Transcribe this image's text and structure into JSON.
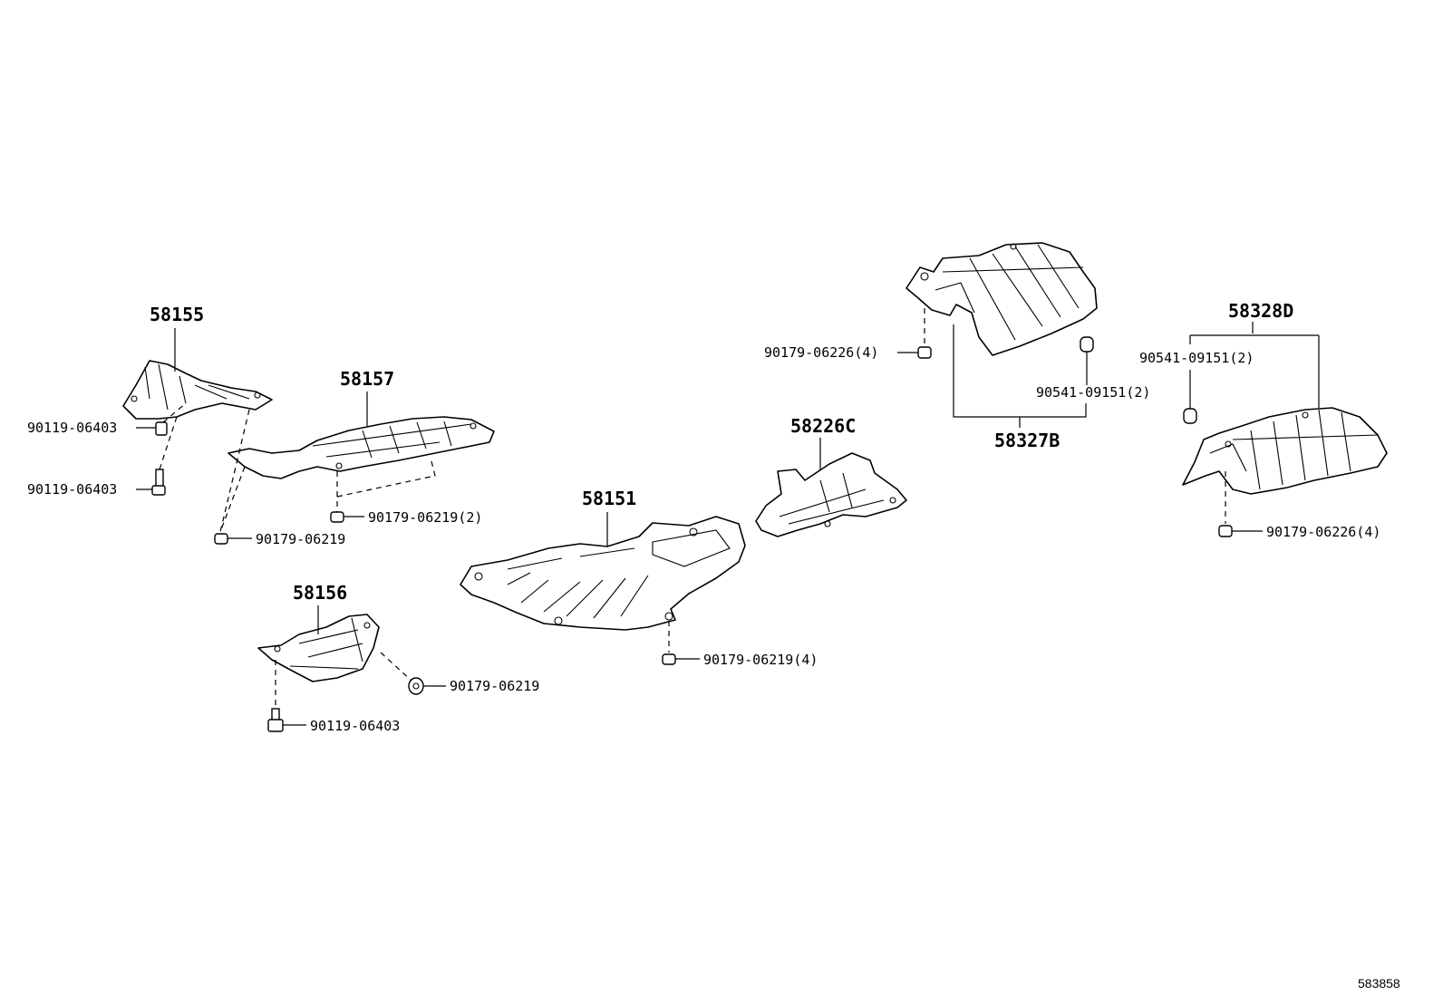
{
  "labels": {
    "p58155": "58155",
    "p58157": "58157",
    "p58156": "58156",
    "p58151": "58151",
    "p58226c": "58226C",
    "p58327b": "58327B",
    "p58328d": "58328D",
    "bolt_a": "90119-06403",
    "bolt_b": "90119-06403",
    "bolt_c": "90119-06403",
    "nut_58157_qty2": "90179-06219(2)",
    "nut_58157": "90179-06219",
    "nut_58156": "90179-06219",
    "nut_58151_qty4": "90179-06219(4)",
    "nut_58327b_qty4": "90179-06226(4)",
    "clip_58327b_qty2": "90541-09151(2)",
    "clip_58328d_qty2": "90541-09151(2)",
    "nut_58328d_qty4": "90179-06226(4)",
    "diagram_id": "583858"
  }
}
